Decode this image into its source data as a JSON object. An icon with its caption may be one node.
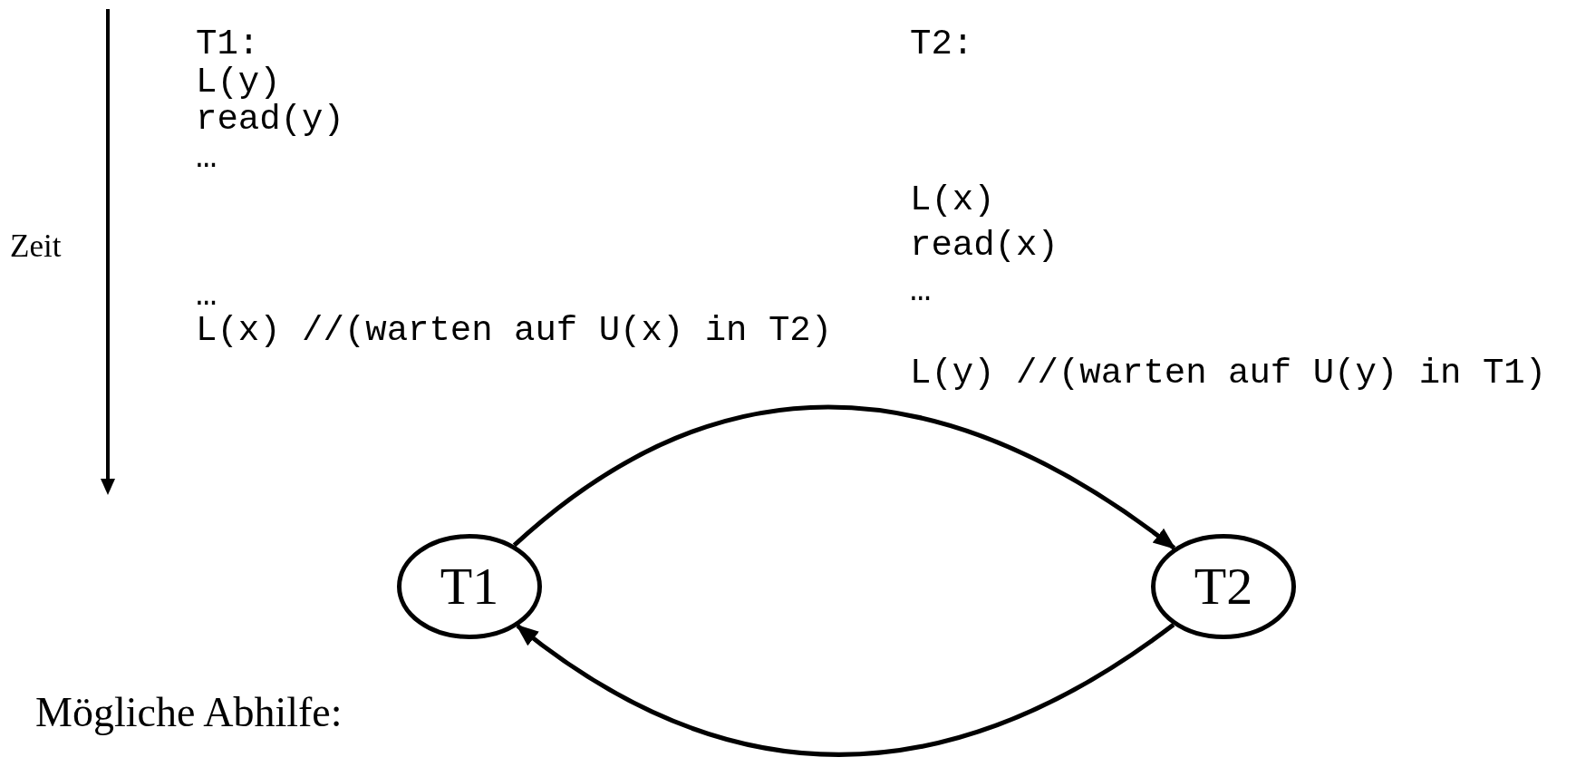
{
  "diagram": {
    "nodes": [
      {
        "text": [
          "T1"
        ]
      },
      {
        "text": [
          "T2"
        ]
      }
    ],
    "edges": [
      {
        "from": 0,
        "to": 1,
        "arrow": "to"
      },
      {
        "from": 1,
        "to": 0,
        "arrow": "to"
      }
    ],
    "labels": [
      "Zeit",
      "T1:",
      "L(y)",
      "read(y)",
      "…",
      "…",
      "L(x) //(warten auf U(x) in T2)",
      "T2:",
      "L(x)",
      "read(x)",
      "…",
      "L(y) //(warten auf U(y) in T1)",
      "Mögliche Abhilfe:"
    ]
  }
}
